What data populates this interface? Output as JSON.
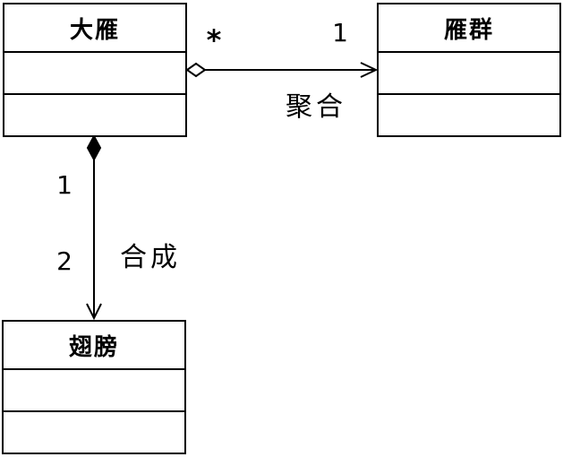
{
  "diagram": {
    "type": "uml-class-diagram",
    "classes": [
      {
        "name": "大雁"
      },
      {
        "name": "雁群"
      },
      {
        "name": "翅膀"
      }
    ],
    "relationships": [
      {
        "kind": "aggregation",
        "label": "聚合",
        "from": "大雁",
        "to": "雁群",
        "source_multiplicity": "*",
        "target_multiplicity": "1"
      },
      {
        "kind": "composition",
        "label": "合成",
        "from": "大雁",
        "to": "翅膀",
        "source_multiplicity": "1",
        "target_multiplicity": "2"
      }
    ],
    "colors": {
      "line": "#000000",
      "background": "#ffffff",
      "box_fill": "#ffffff"
    }
  }
}
